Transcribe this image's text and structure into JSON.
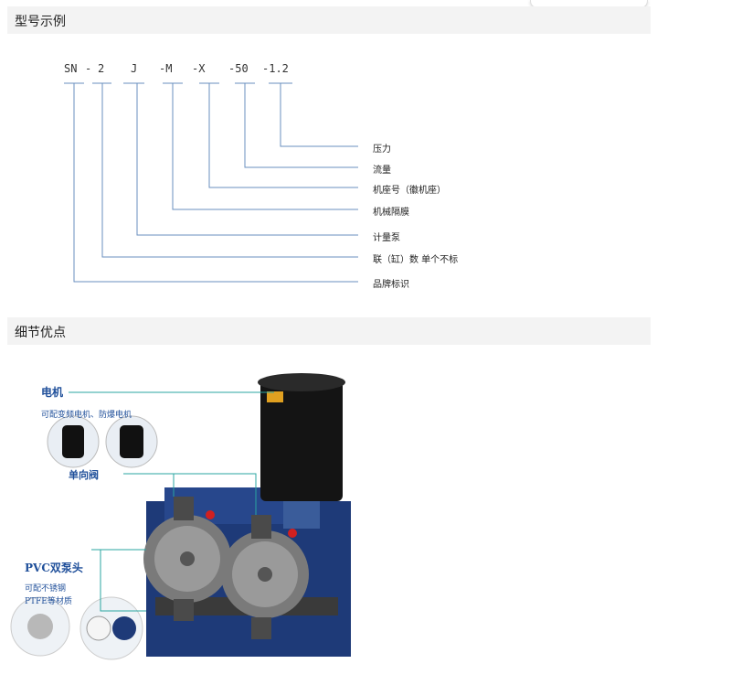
{
  "sections": {
    "model_example": "型号示例",
    "detail_advantages": "细节优点"
  },
  "model_code": {
    "parts": [
      "SN",
      "-",
      "2",
      "J",
      "-M",
      "-X",
      "-50",
      "-1.2"
    ]
  },
  "model_labels": {
    "pressure": "压力",
    "flow": "流量",
    "base": "机座号（徽机座）",
    "diaphragm": "机械隔膜",
    "metering_pump": "计量泵",
    "cylinders": "联（缸）数 单个不标",
    "brand": "品牌标识"
  },
  "photo": {
    "motor_title": "电机",
    "motor_sub": "可配变频电机、防爆电机",
    "valve_title": "单向阀",
    "head_title": "PVC双泵头",
    "head_sub1": "可配不锈钢",
    "head_sub2": "PTFE等材质",
    "colors": {
      "accent": "#1f4f9a",
      "pump_body": "#1e3a78",
      "motor": "#111111",
      "leader": "#2aa5a0"
    }
  }
}
